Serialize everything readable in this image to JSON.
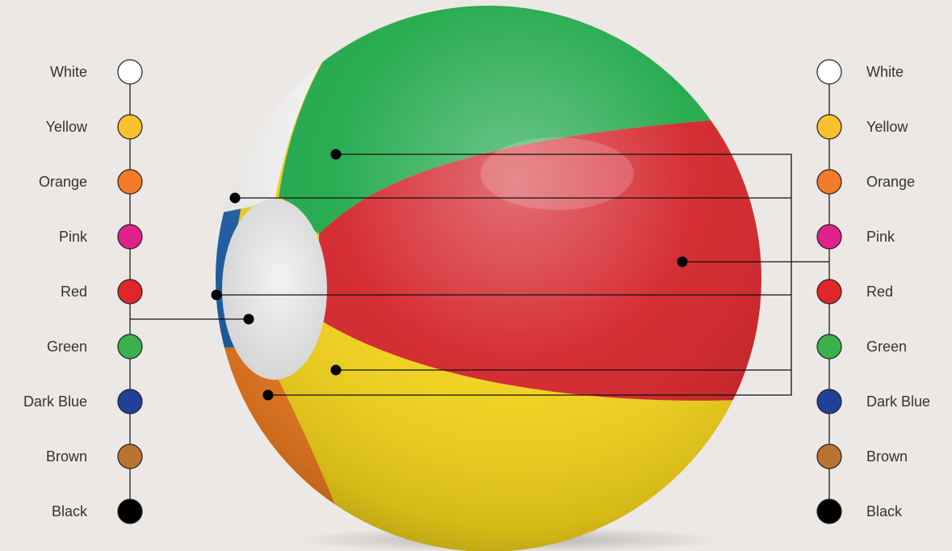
{
  "colors": {
    "background": "#ece8e6",
    "connector": "#111111"
  },
  "swatches": [
    {
      "name": "White",
      "hex": "#ffffff"
    },
    {
      "name": "Yellow",
      "hex": "#fbc02d"
    },
    {
      "name": "Orange",
      "hex": "#f47b2a"
    },
    {
      "name": "Pink",
      "hex": "#e0218a"
    },
    {
      "name": "Red",
      "hex": "#e0262b"
    },
    {
      "name": "Green",
      "hex": "#3cb04b"
    },
    {
      "name": "Dark Blue",
      "hex": "#21409a"
    },
    {
      "name": "Brown",
      "hex": "#b87333"
    },
    {
      "name": "Black",
      "hex": "#000000"
    }
  ],
  "left_labels": [
    "White",
    "Yellow",
    "Orange",
    "Pink",
    "Red",
    "Green",
    "Dark Blue",
    "Brown",
    "Black"
  ],
  "right_labels": [
    "White",
    "Yellow",
    "Orange",
    "Pink",
    "Red",
    "Green",
    "Dark Blue",
    "Brown",
    "Black"
  ],
  "ball": {
    "panels": [
      {
        "name": "green-panel",
        "hex": "#1fa84a"
      },
      {
        "name": "red-panel",
        "hex": "#d3232a"
      },
      {
        "name": "yellow-panel",
        "hex": "#f2d21a"
      },
      {
        "name": "orange-panel",
        "hex": "#ec7b22"
      },
      {
        "name": "blue-panel",
        "hex": "#1e5fa8"
      },
      {
        "name": "white-panel",
        "hex": "#f3f3f3"
      },
      {
        "name": "cap",
        "hex": "#e4e4e4"
      }
    ]
  }
}
